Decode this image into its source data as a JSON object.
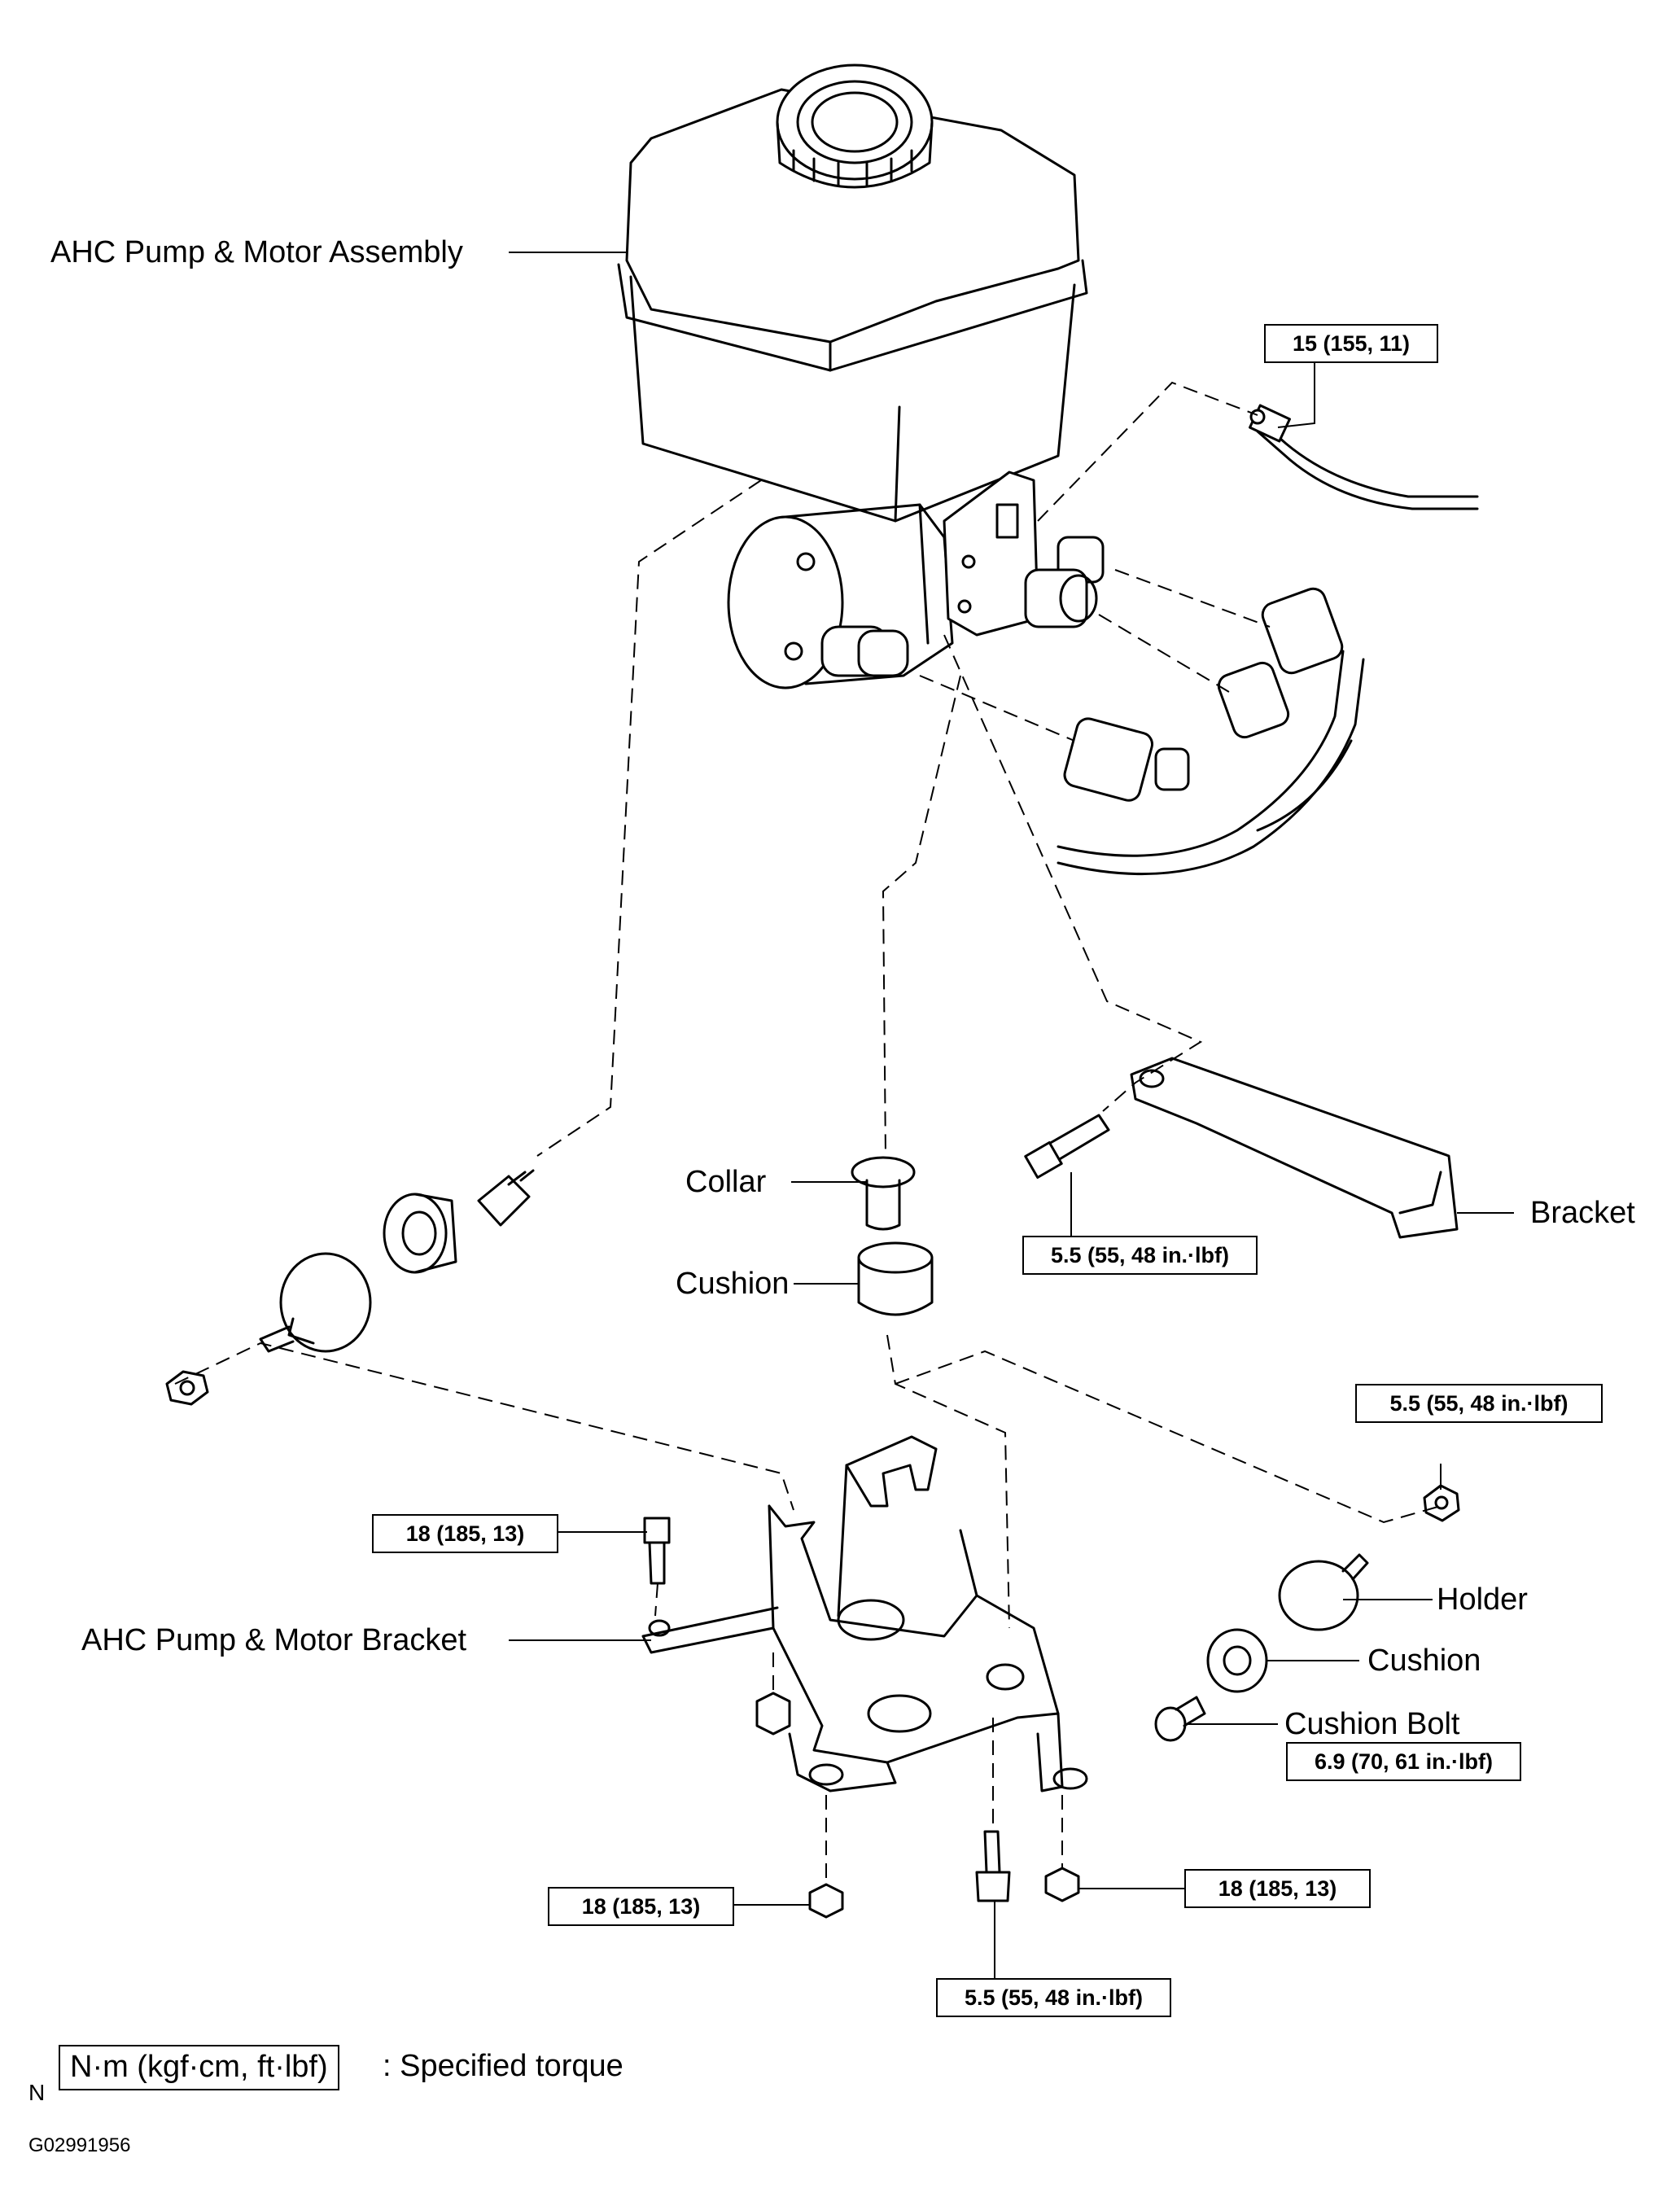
{
  "labels": {
    "pump_motor_assembly": "AHC Pump & Motor Assembly",
    "collar": "Collar",
    "cushion_upper": "Cushion",
    "bracket": "Bracket",
    "pump_motor_bracket": "AHC Pump & Motor Bracket",
    "holder": "Holder",
    "cushion_right": "Cushion",
    "cushion_bolt": "Cushion Bolt"
  },
  "torque": {
    "pipe": "15 (155, 11)",
    "bracket_bolt": "5.5 (55, 48 in.·lbf)",
    "holder_nut": "5.5 (55, 48 in.·lbf)",
    "bracket_top_bolt": "18 (185, 13)",
    "cushion_bolt": "6.9 (70, 61 in.·lbf)",
    "bottom_left_nut": "18 (185, 13)",
    "bottom_right_nut": "18 (185, 13)",
    "bottom_center_bolt": "5.5 (55, 48 in.·lbf)"
  },
  "legend": {
    "marker": "N",
    "unit_box": "N·m (kgf·cm, ft·lbf)",
    "text": ": Specified torque"
  },
  "figure_code": "G02991956"
}
